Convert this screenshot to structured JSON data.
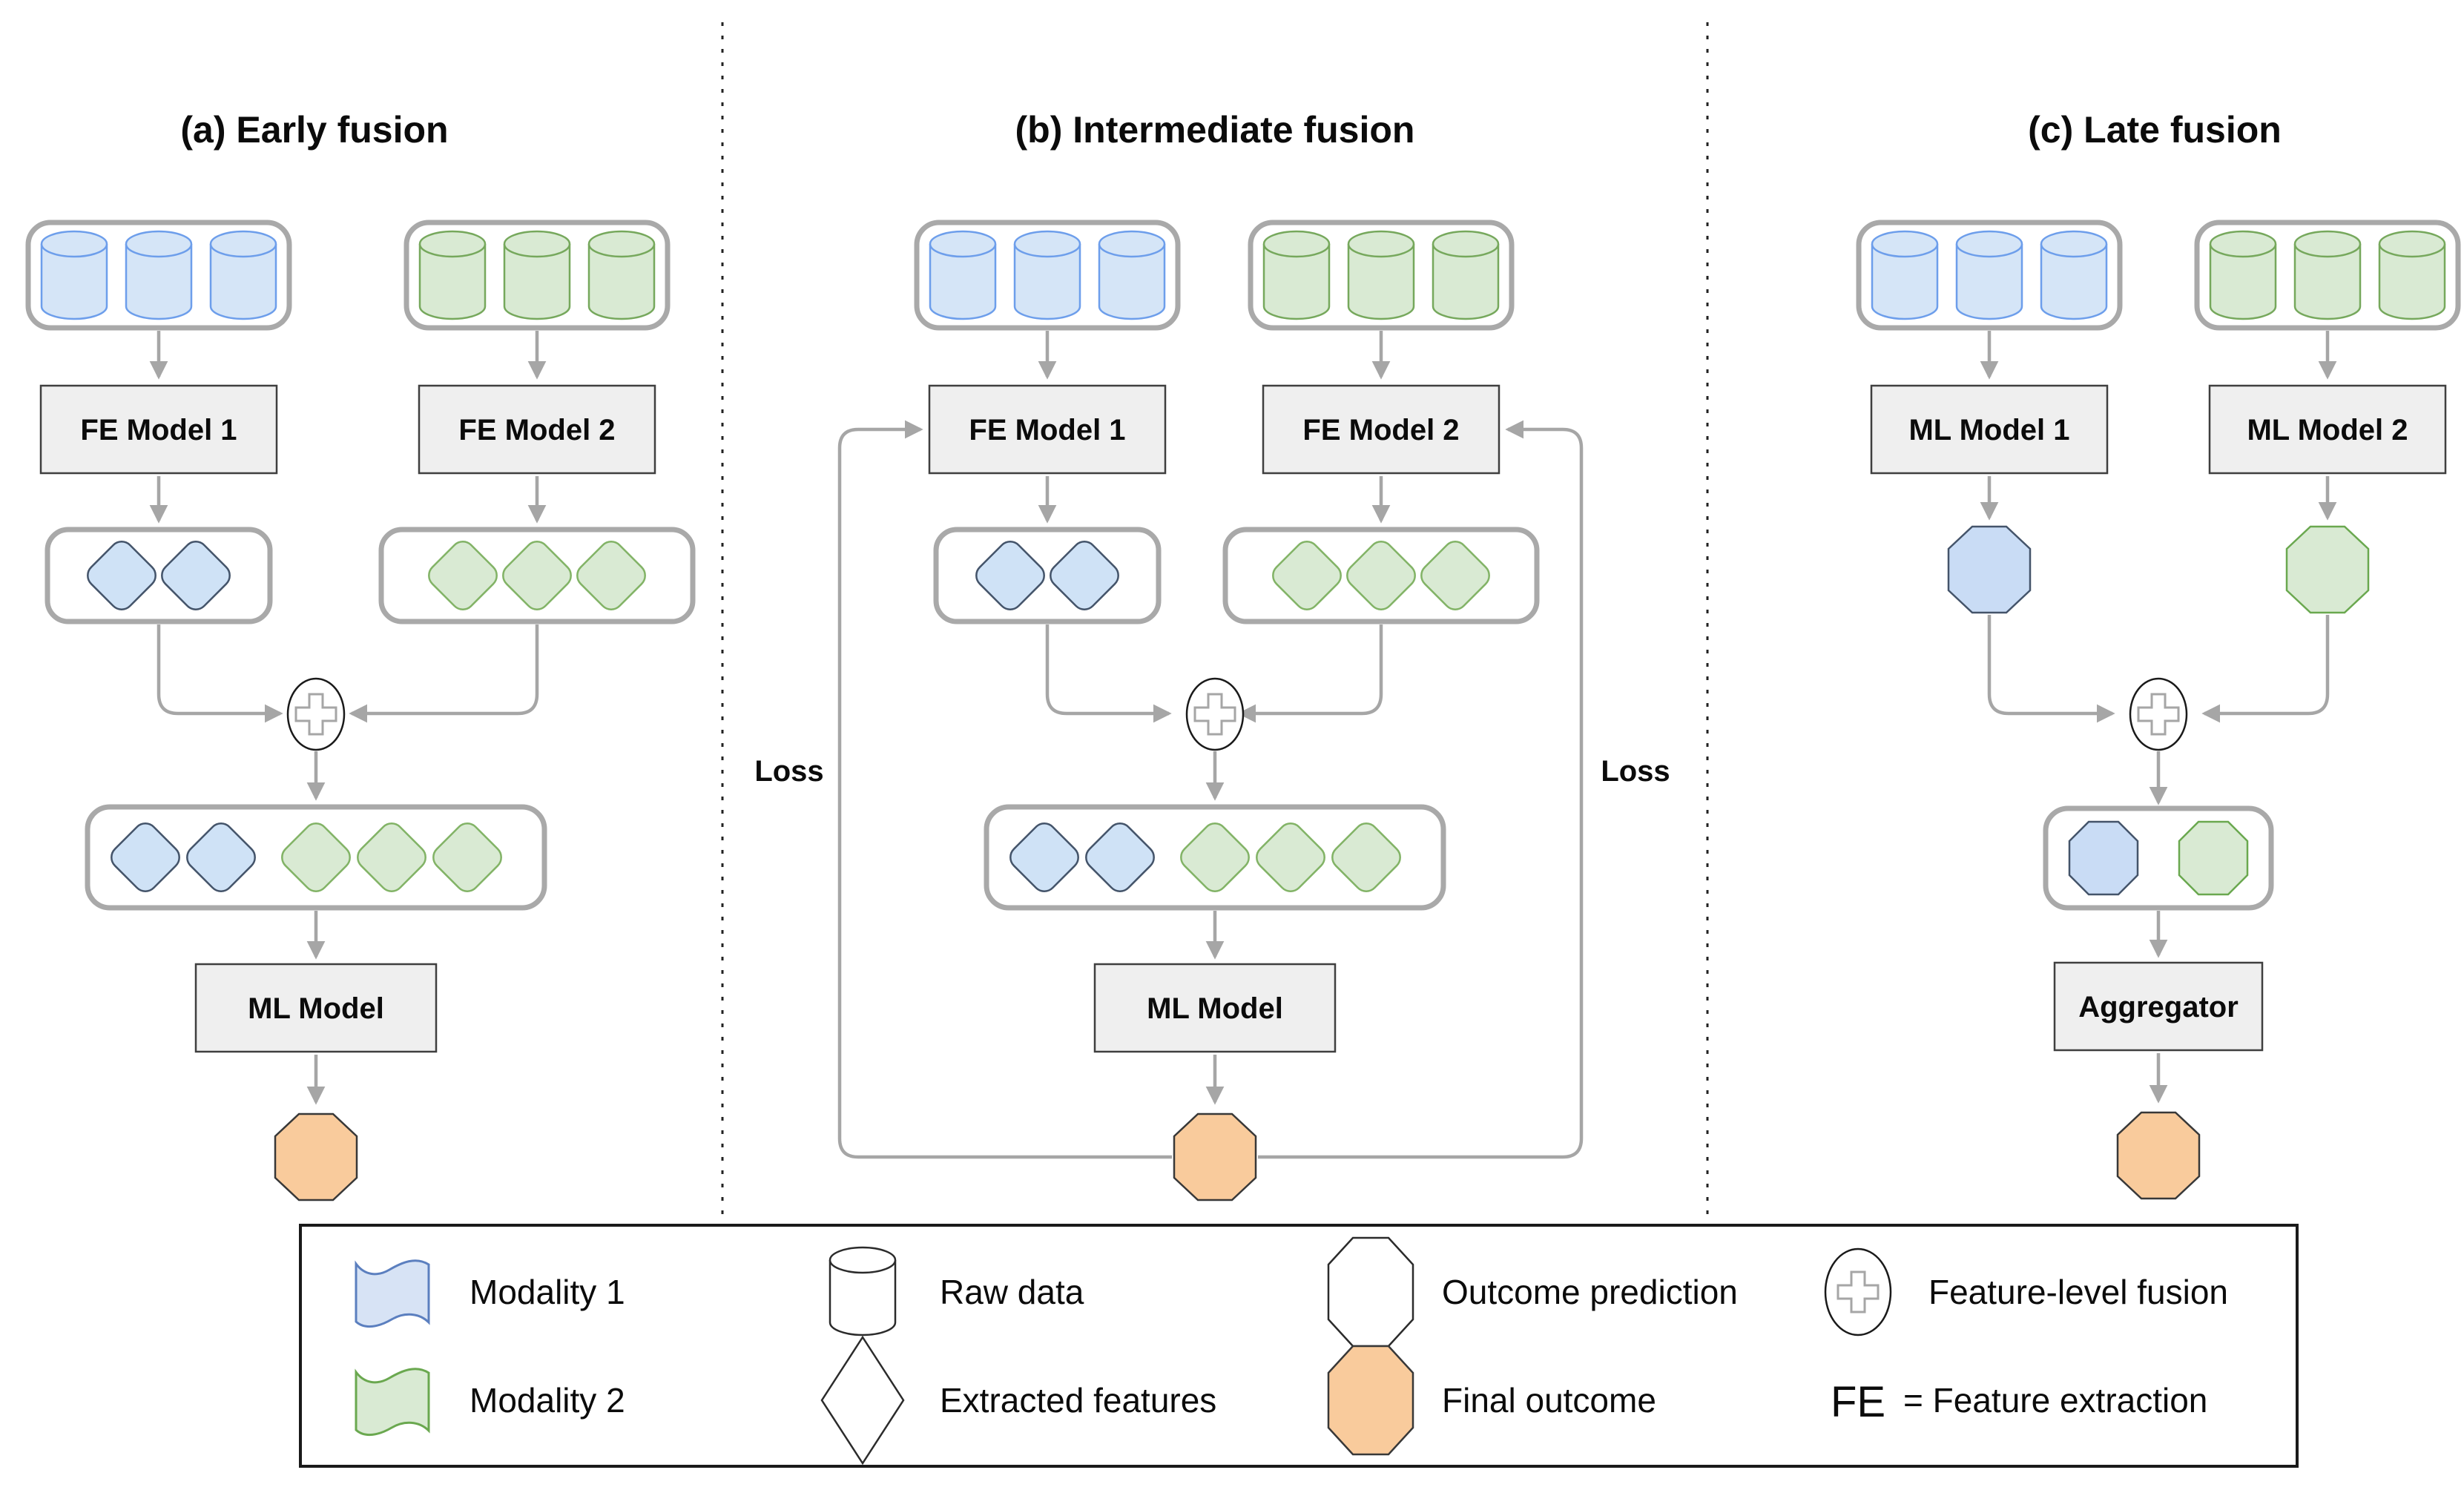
{
  "panels": {
    "a": {
      "title": "(a) Early fusion",
      "fe_model_1": "FE Model 1",
      "fe_model_2": "FE Model 2",
      "ml_model": "ML Model"
    },
    "b": {
      "title": "(b) Intermediate fusion",
      "fe_model_1": "FE Model 1",
      "fe_model_2": "FE Model 2",
      "ml_model": "ML Model",
      "loss_left": "Loss",
      "loss_right": "Loss"
    },
    "c": {
      "title": "(c) Late fusion",
      "ml_model_1": "ML Model 1",
      "ml_model_2": "ML Model 2",
      "aggregator": "Aggregator"
    }
  },
  "legend": {
    "modality_1": "Modality 1",
    "modality_2": "Modality 2",
    "raw_data": "Raw data",
    "extracted_features": "Extracted features",
    "outcome_prediction": "Outcome prediction",
    "final_outcome": "Final outcome",
    "feature_level_fusion": "Feature-level fusion",
    "fe_abbreviation": "FE",
    "fe_definition": "= Feature extraction"
  },
  "colors": {
    "modality1_fill": "#D5E5F7",
    "modality1_stroke": "#6D9EEB",
    "modality1_feature_stroke": "#44546A",
    "modality2_fill": "#D9EAD3",
    "modality2_stroke": "#76A85C",
    "final_outcome_fill": "#F9CB9C",
    "model_box_fill": "#EFEFEF",
    "model_box_stroke": "#3F3F3F",
    "container_stroke": "#A9A9A9",
    "connector": "#A6A6A6",
    "text": "#0b0b0b"
  }
}
